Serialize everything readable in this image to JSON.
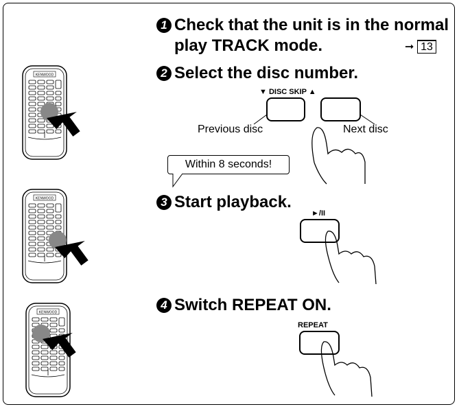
{
  "steps": [
    {
      "number": "1",
      "line1": "Check that the unit is in the normal",
      "line2": "play TRACK mode.",
      "page_ref": "13"
    },
    {
      "number": "2",
      "text": "Select the disc number."
    },
    {
      "number": "3",
      "text": "Start playback."
    },
    {
      "number": "4",
      "text": "Switch REPEAT ON."
    }
  ],
  "disc_skip_label": "▼ DISC SKIP ▲",
  "previous_disc_label": "Previous disc",
  "next_disc_label": "Next disc",
  "bubble_text": "Within 8 seconds!",
  "play_pause_label": "►/II",
  "repeat_label": "REPEAT",
  "remote_brand": "KENWOOD",
  "icons": [
    "remote-control-icon",
    "pointing-hand-icon",
    "arrow-icon"
  ]
}
